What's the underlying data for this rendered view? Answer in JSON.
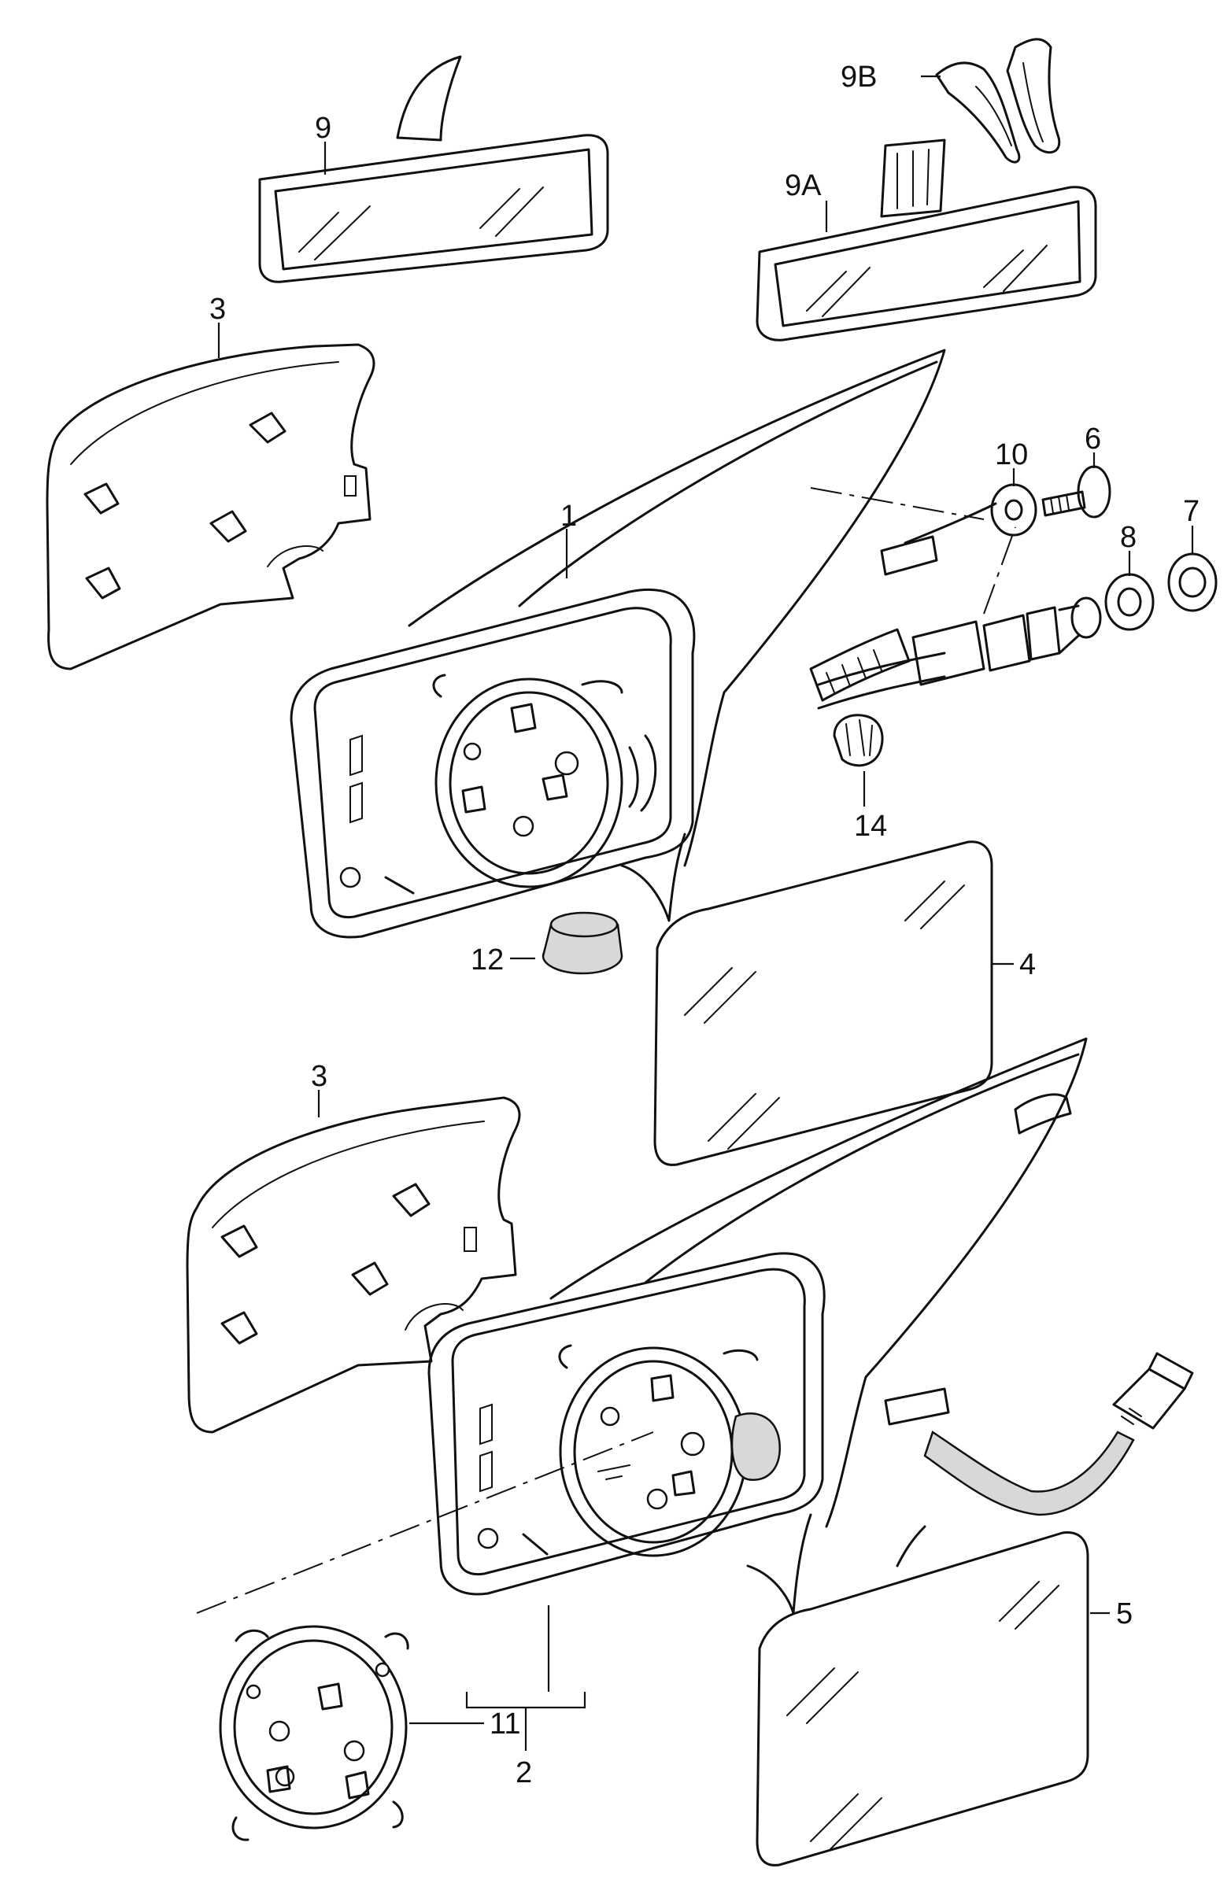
{
  "diagram": {
    "callouts": {
      "c1": "1",
      "c2": "2",
      "c3_top": "3",
      "c3_bottom": "3",
      "c4": "4",
      "c5": "5",
      "c6": "6",
      "c7": "7",
      "c8": "8",
      "c9": "9",
      "c9A": "9A",
      "c9B": "9B",
      "c10": "10",
      "c11": "11",
      "c12": "12",
      "c14": "14"
    }
  }
}
